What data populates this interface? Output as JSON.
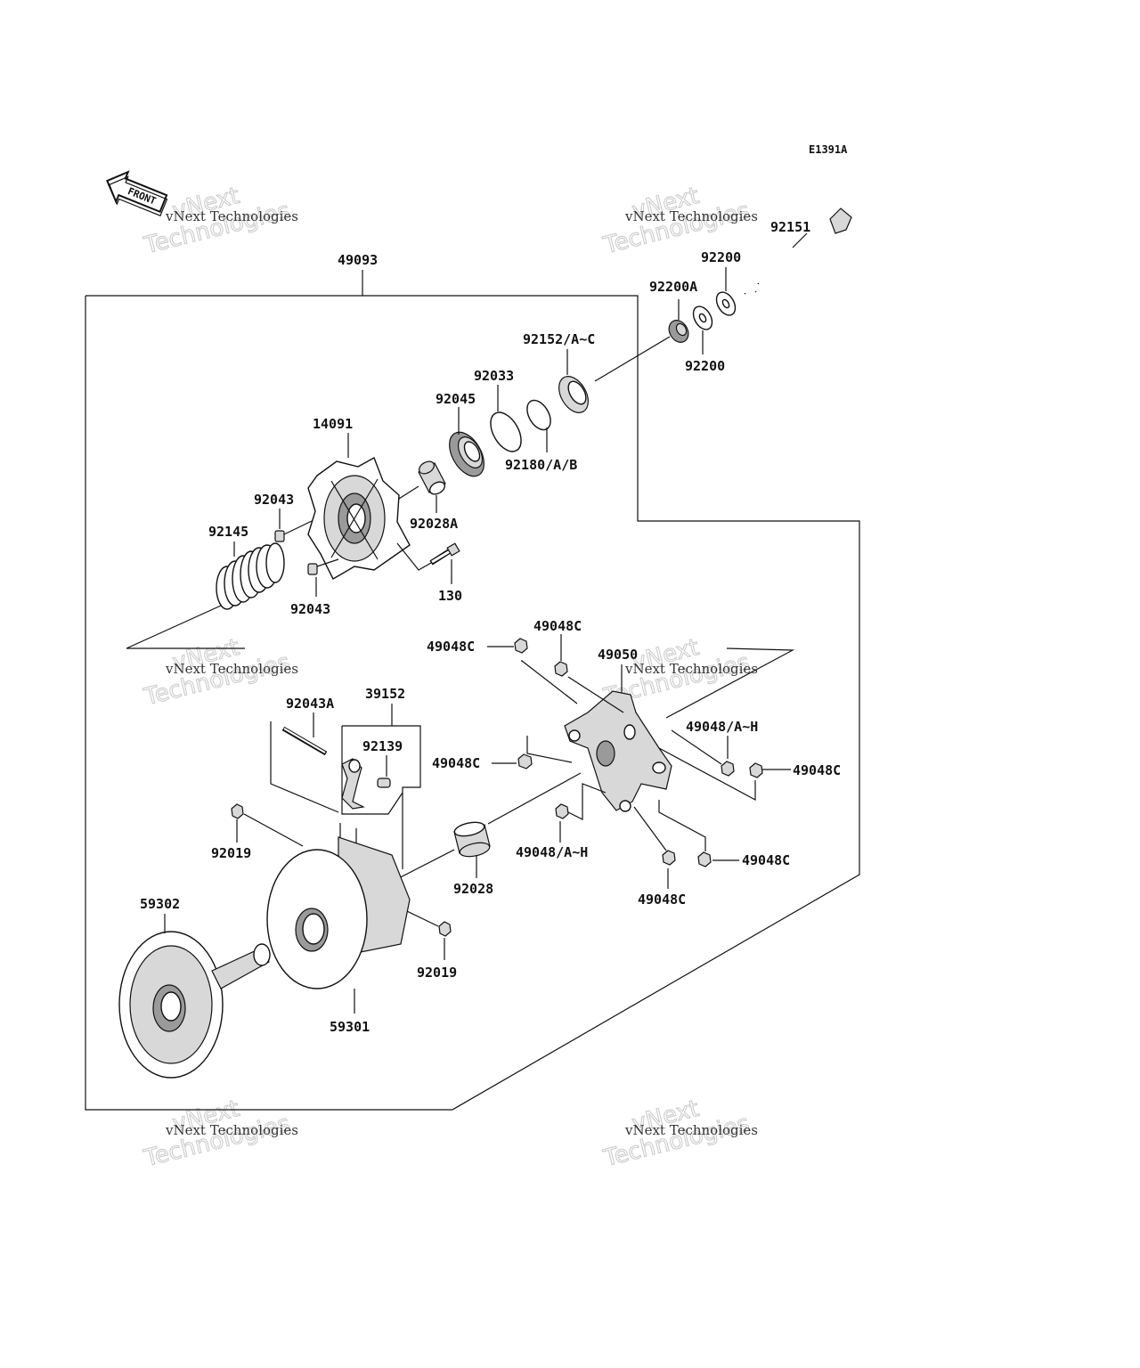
{
  "diagram_code": "E1391A",
  "front_label": "FRONT",
  "watermark": {
    "line1": "vNext",
    "line2": "Technologies",
    "small": "vNext Technologies"
  },
  "labels": [
    {
      "id": "49093",
      "text": "49093"
    },
    {
      "id": "92151",
      "text": "92151"
    },
    {
      "id": "92200-top",
      "text": "92200"
    },
    {
      "id": "92200A",
      "text": "92200A"
    },
    {
      "id": "92200-bottom",
      "text": "92200"
    },
    {
      "id": "92152",
      "text": "92152/A~C"
    },
    {
      "id": "92033",
      "text": "92033"
    },
    {
      "id": "92045",
      "text": "92045"
    },
    {
      "id": "92180",
      "text": "92180/A/B"
    },
    {
      "id": "14091",
      "text": "14091"
    },
    {
      "id": "92028A",
      "text": "92028A"
    },
    {
      "id": "92043-top",
      "text": "92043"
    },
    {
      "id": "92145",
      "text": "92145"
    },
    {
      "id": "130",
      "text": "130"
    },
    {
      "id": "92043-bottom",
      "text": "92043"
    },
    {
      "id": "49048C-a",
      "text": "49048C"
    },
    {
      "id": "49048C-b",
      "text": "49048C"
    },
    {
      "id": "49050",
      "text": "49050"
    },
    {
      "id": "39152",
      "text": "39152"
    },
    {
      "id": "92043A",
      "text": "92043A"
    },
    {
      "id": "92139",
      "text": "92139"
    },
    {
      "id": "49048-AH-a",
      "text": "49048/A~H"
    },
    {
      "id": "49048C-c",
      "text": "49048C"
    },
    {
      "id": "49048C-d",
      "text": "49048C"
    },
    {
      "id": "92019-top",
      "text": "92019"
    },
    {
      "id": "92028",
      "text": "92028"
    },
    {
      "id": "49048-AH-b",
      "text": "49048/A~H"
    },
    {
      "id": "49048C-e",
      "text": "49048C"
    },
    {
      "id": "49048C-f",
      "text": "49048C"
    },
    {
      "id": "59302",
      "text": "59302"
    },
    {
      "id": "92019-bottom",
      "text": "92019"
    },
    {
      "id": "59301",
      "text": "59301"
    }
  ]
}
